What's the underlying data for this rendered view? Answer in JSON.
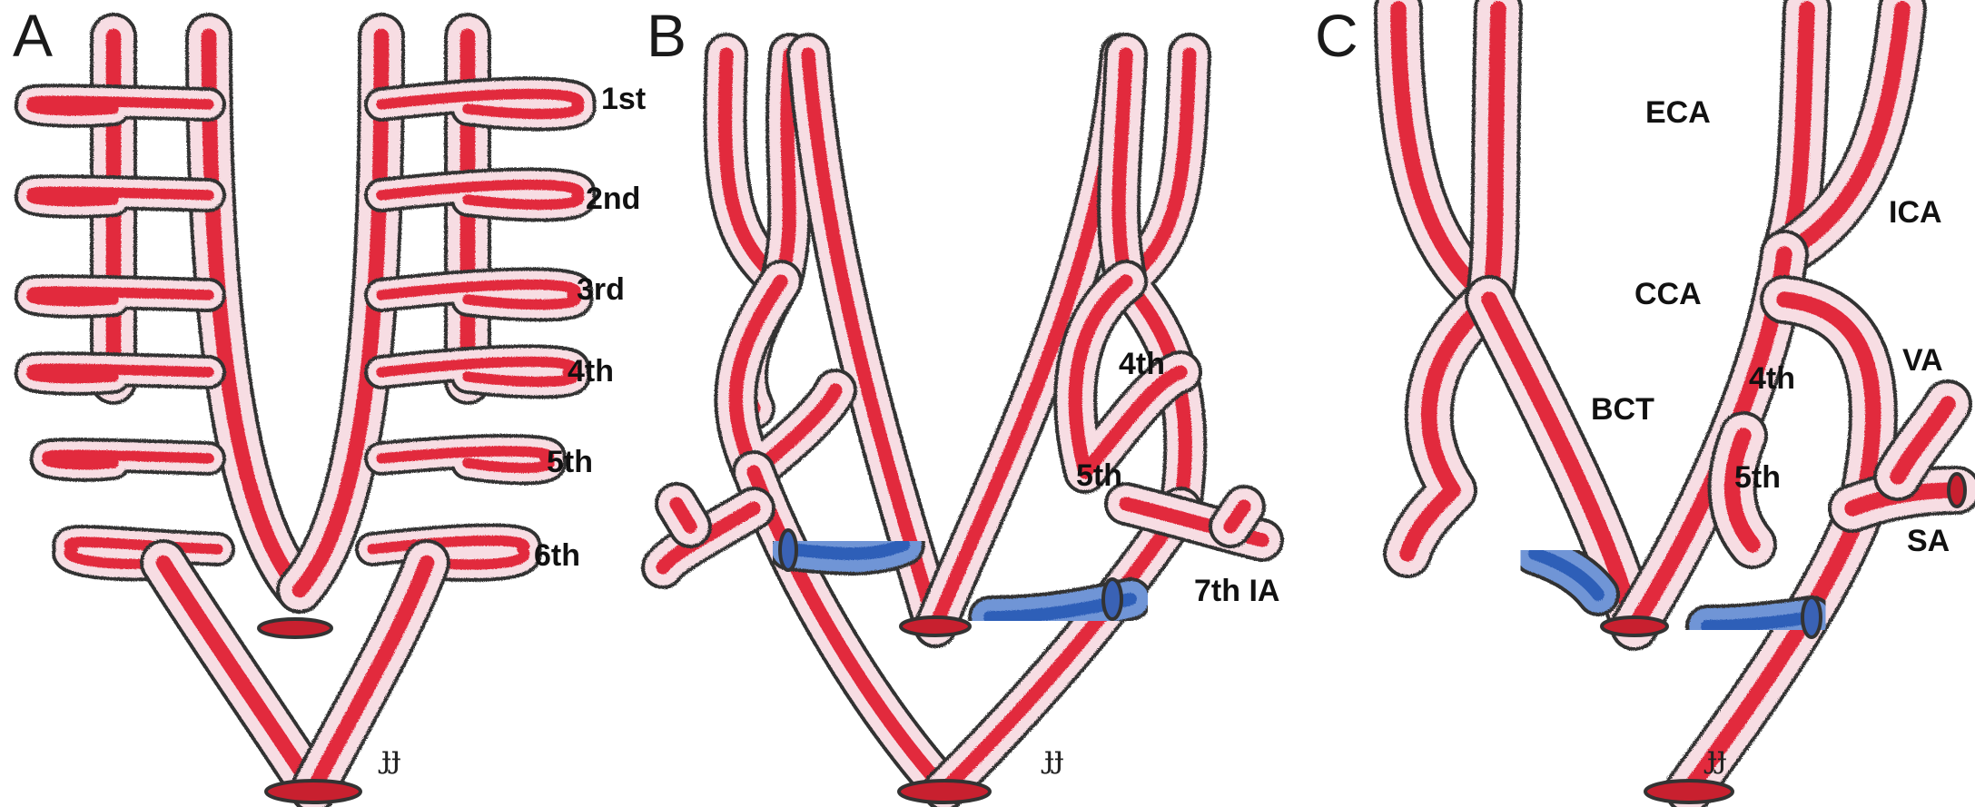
{
  "colors": {
    "artery_fill": "#f7dde3",
    "artery_core": "#e22a3c",
    "artery_shadow": "#2a1a1c",
    "outline": "#333333",
    "vein_fill": "#6f95d6",
    "vein_core": "#2f5fb8",
    "purple": "#7b4fa0",
    "background": "#ffffff"
  },
  "panels": [
    {
      "letter": "A",
      "labels": {
        "arch1": "1st",
        "arch2": "2nd",
        "arch3": "3rd",
        "arch4": "4th",
        "arch5": "5th",
        "arch6": "6th"
      },
      "signature": "ɟɟ"
    },
    {
      "letter": "B",
      "labels": {
        "arch4": "4th",
        "arch5": "5th",
        "ia7": "7th IA"
      },
      "signature": "ɟɟ"
    },
    {
      "letter": "C",
      "labels": {
        "eca": "ECA",
        "ica": "ICA",
        "cca": "CCA",
        "va": "VA",
        "bct": "BCT",
        "arch4": "4th",
        "arch5": "5th",
        "sa": "SA"
      },
      "signature": "ɟɟ"
    }
  ]
}
